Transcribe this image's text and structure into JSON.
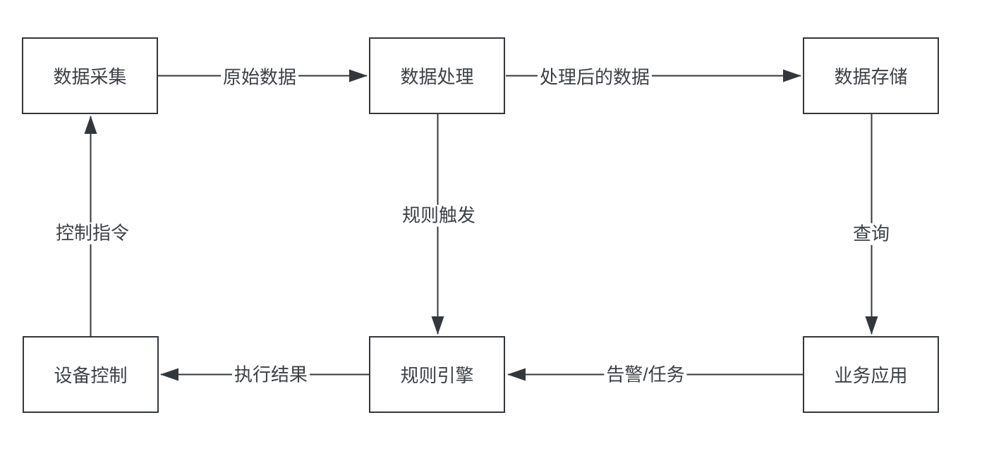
{
  "diagram": {
    "colors": {
      "stroke": "#33373c",
      "text": "#3c4045",
      "background": "#ffffff"
    },
    "nodes": [
      {
        "id": "data-collection",
        "label": "数据采集"
      },
      {
        "id": "data-processing",
        "label": "数据处理"
      },
      {
        "id": "data-storage",
        "label": "数据存储"
      },
      {
        "id": "device-control",
        "label": "设备控制"
      },
      {
        "id": "rule-engine",
        "label": "规则引擎"
      },
      {
        "id": "business-app",
        "label": "业务应用"
      }
    ],
    "edges": [
      {
        "from": "数据采集",
        "to": "数据处理",
        "label": "原始数据"
      },
      {
        "from": "数据处理",
        "to": "数据存储",
        "label": "处理后的数据"
      },
      {
        "from": "数据处理",
        "to": "规则引擎",
        "label": "规则触发"
      },
      {
        "from": "数据存储",
        "to": "业务应用",
        "label": "查询"
      },
      {
        "from": "业务应用",
        "to": "规则引擎",
        "label": "告警/任务"
      },
      {
        "from": "规则引擎",
        "to": "设备控制",
        "label": "执行结果"
      },
      {
        "from": "设备控制",
        "to": "数据采集",
        "label": "控制指令"
      }
    ]
  }
}
